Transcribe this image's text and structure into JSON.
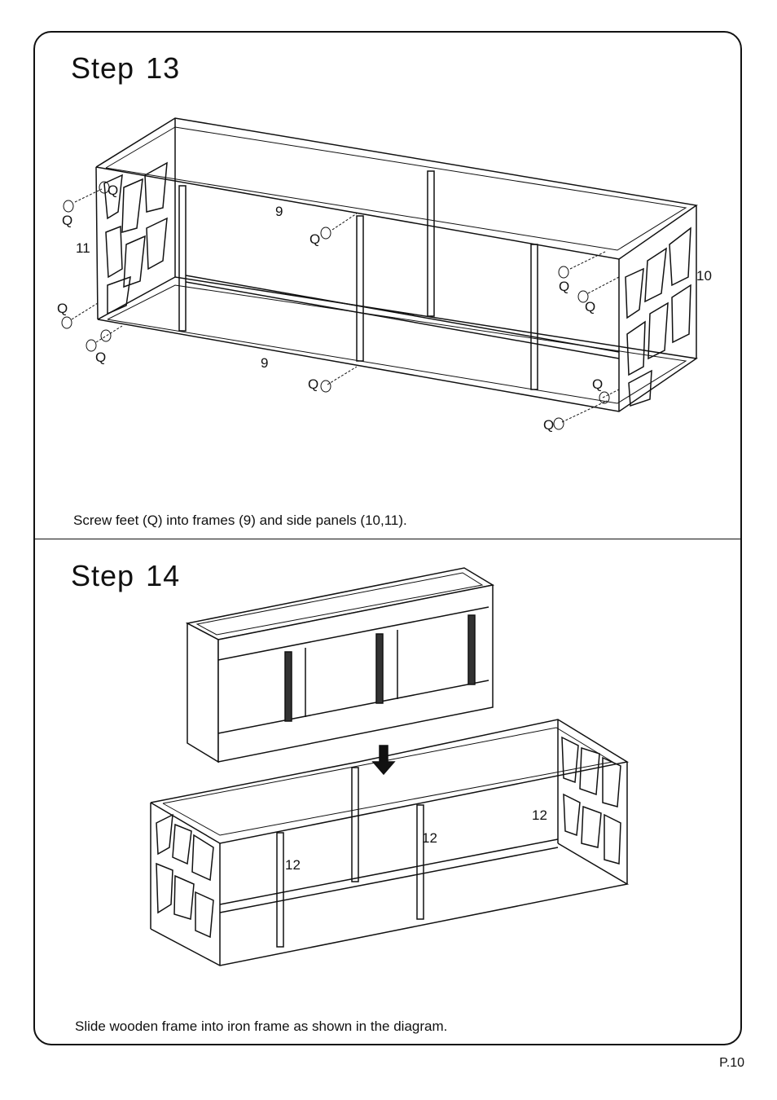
{
  "steps": [
    {
      "title_word": "Step",
      "title_number": "13",
      "caption": "Screw feet (Q) into frames (9) and side panels (10,11).",
      "labels": [
        "Q",
        "Q",
        "Q",
        "Q",
        "Q",
        "Q",
        "Q",
        "Q",
        "Q",
        "Q",
        "11",
        "9",
        "9",
        "10"
      ]
    },
    {
      "title_word": "Step",
      "title_number": "14",
      "caption": "Slide wooden frame into iron frame as shown in the diagram.",
      "labels": [
        "12",
        "12",
        "12"
      ]
    }
  ],
  "page_number": "P.10"
}
